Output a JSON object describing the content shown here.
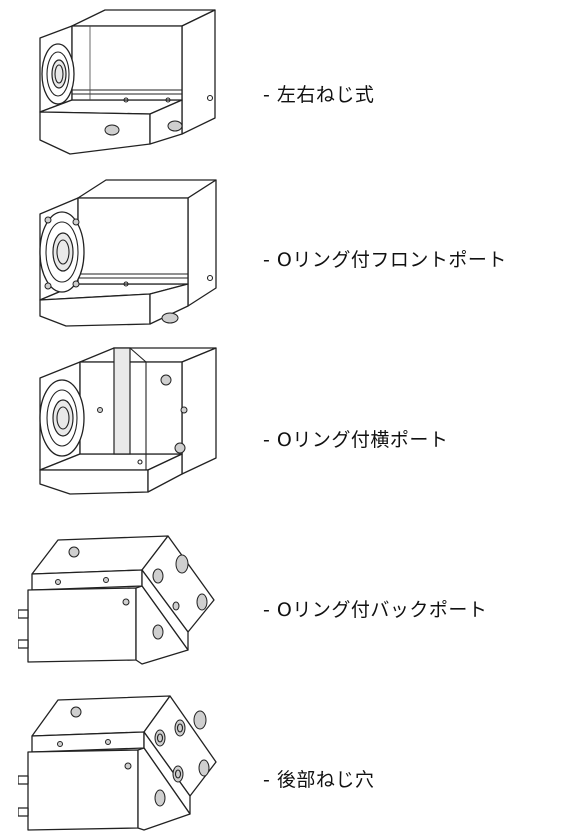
{
  "items": [
    {
      "label": "- 左右ねじ式",
      "icon": "cylinder-left-right-thread-icon"
    },
    {
      "label": "- Oリング付フロントポート",
      "icon": "cylinder-oring-front-port-icon"
    },
    {
      "label": "- Oリング付横ポート",
      "icon": "cylinder-oring-side-port-icon"
    },
    {
      "label": "- Oリング付バックポート",
      "icon": "cylinder-oring-back-port-icon"
    },
    {
      "label": "- 後部ねじ穴",
      "icon": "cylinder-rear-thread-hole-icon"
    }
  ]
}
